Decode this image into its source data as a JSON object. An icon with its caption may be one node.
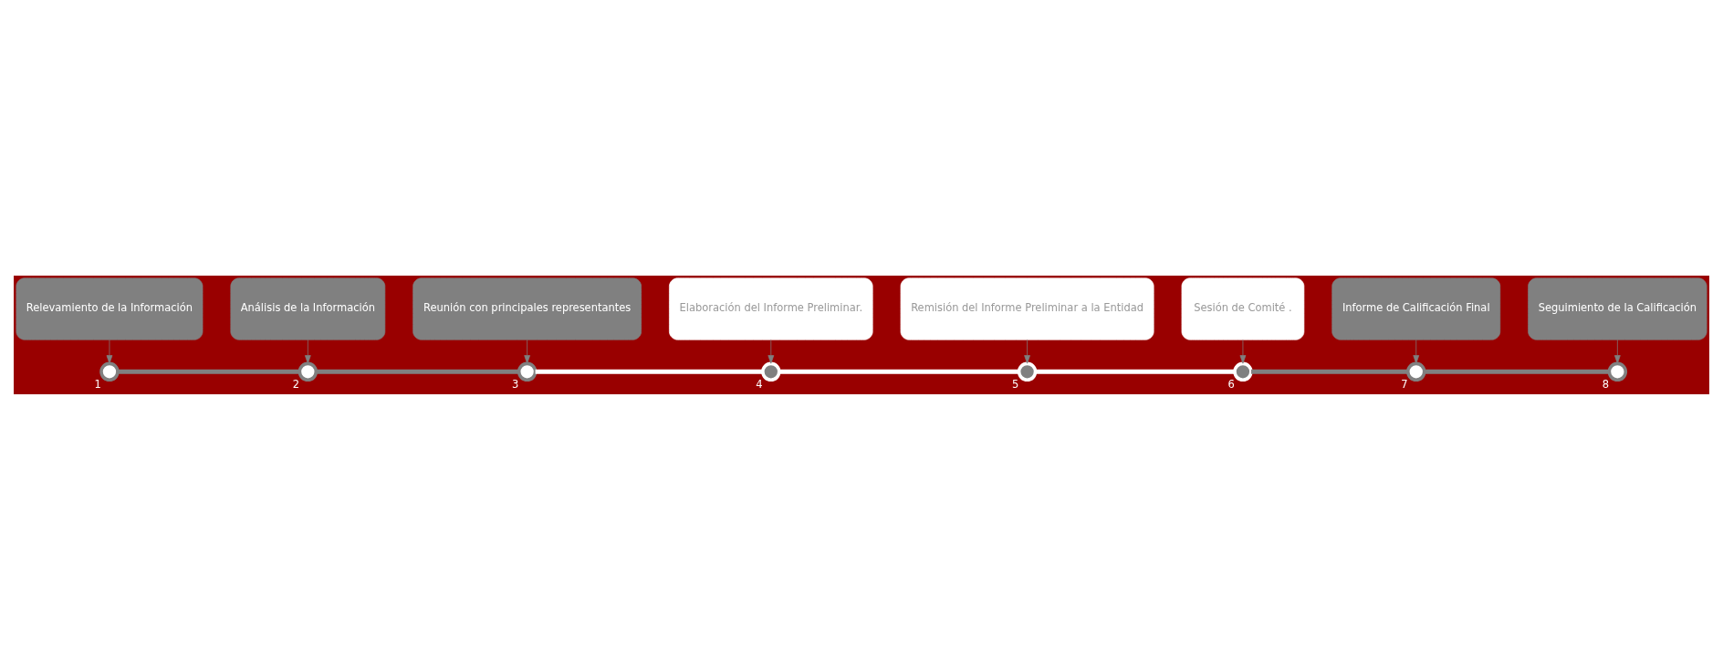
{
  "diagram": {
    "nodes": [
      {
        "text": [],
        "shape": "circle",
        "beside": [
          "1"
        ]
      },
      {
        "text": [],
        "shape": "circle",
        "beside": [
          "2"
        ]
      },
      {
        "text": [],
        "shape": "circle",
        "beside": [
          "3"
        ]
      },
      {
        "text": [],
        "shape": "circle",
        "beside": [
          "4"
        ]
      },
      {
        "text": [],
        "shape": "circle",
        "beside": [
          "5"
        ]
      },
      {
        "text": [],
        "shape": "circle",
        "beside": [
          "6"
        ]
      },
      {
        "text": [],
        "shape": "circle",
        "beside": [
          "7"
        ]
      },
      {
        "text": [],
        "shape": "circle",
        "beside": [
          "8"
        ]
      },
      {
        "text": [
          "Relevamiento de la Información"
        ]
      },
      {
        "text": [
          "Análisis de la Información"
        ]
      },
      {
        "text": [
          "Reunión con principales representantes"
        ]
      },
      {
        "text": [
          "Elaboración del Informe Preliminar."
        ]
      },
      {
        "text": [
          "Remisión del Informe Preliminar a la Entidad"
        ]
      },
      {
        "text": [
          "Sesión de Comité ."
        ]
      },
      {
        "text": [
          "Informe de Calificación Final"
        ]
      },
      {
        "text": [
          "Seguimiento de la Calificación"
        ]
      }
    ],
    "edges": [
      {
        "from": 0,
        "to": 1,
        "arrow": "none",
        "style": "thick"
      },
      {
        "from": 1,
        "to": 2,
        "arrow": "none",
        "style": "thick"
      },
      {
        "from": 2,
        "to": 3,
        "arrow": "none",
        "style": "thick",
        "color": "#ffffff"
      },
      {
        "from": 3,
        "to": 4,
        "arrow": "none",
        "style": "thick",
        "color": "#ffffff"
      },
      {
        "from": 4,
        "to": 5,
        "arrow": "none",
        "style": "thick",
        "color": "#ffffff"
      },
      {
        "from": 5,
        "to": 6,
        "arrow": "none",
        "style": "thick"
      },
      {
        "from": 6,
        "to": 7,
        "arrow": "none",
        "style": "thick"
      },
      {
        "from": 8,
        "to": 0,
        "arrow": "to"
      },
      {
        "from": 9,
        "to": 1,
        "arrow": "to"
      },
      {
        "from": 10,
        "to": 2,
        "arrow": "to"
      },
      {
        "from": 11,
        "to": 3,
        "arrow": "to"
      },
      {
        "from": 12,
        "to": 4,
        "arrow": "to"
      },
      {
        "from": 13,
        "to": 5,
        "arrow": "to"
      },
      {
        "from": 14,
        "to": 6,
        "arrow": "to"
      },
      {
        "from": 15,
        "to": 7,
        "arrow": "to"
      }
    ]
  }
}
